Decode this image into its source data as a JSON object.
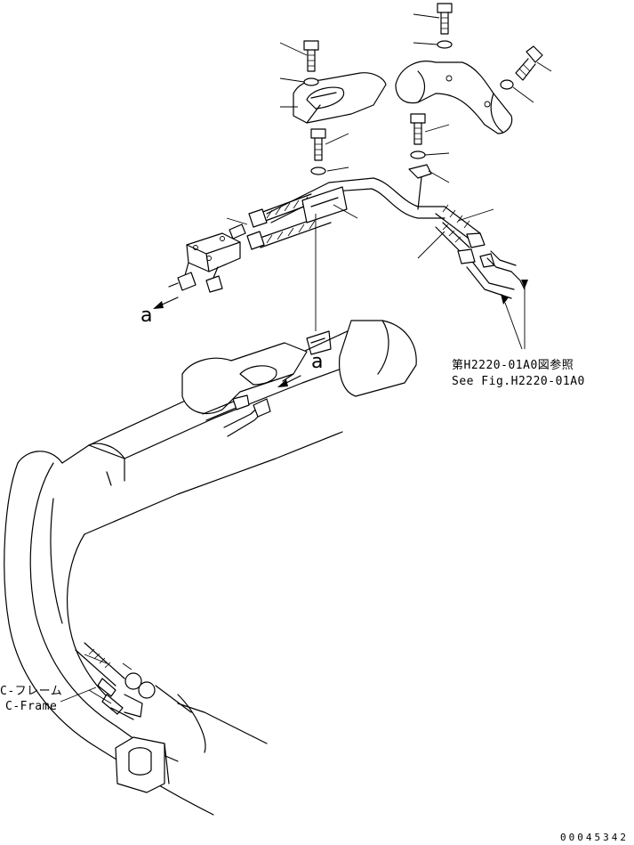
{
  "diagram": {
    "callouts": {
      "a_left": "a",
      "a_center": "a"
    },
    "reference_note": {
      "jp": "第H2220-01A0図参照",
      "en": "See Fig.H2220-01A0"
    },
    "frame_label": {
      "jp": "C-フレーム",
      "en": "C-Frame"
    },
    "document_number": "00045342"
  }
}
